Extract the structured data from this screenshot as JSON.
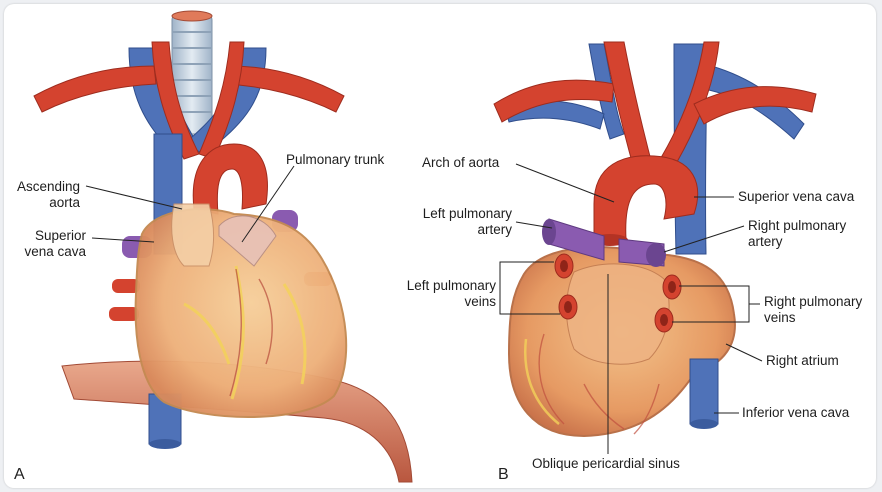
{
  "panels": {
    "a": {
      "letter": "A",
      "labels": {
        "ascending_aorta": [
          "Ascending",
          "aorta"
        ],
        "superior_vena_cava": [
          "Superior",
          "vena cava"
        ],
        "pulmonary_trunk": "Pulmonary trunk"
      }
    },
    "b": {
      "letter": "B",
      "labels": {
        "arch_of_aorta": "Arch of aorta",
        "left_pulmonary_artery": [
          "Left pulmonary",
          "artery"
        ],
        "left_pulmonary_veins": [
          "Left pulmonary",
          "veins"
        ],
        "superior_vena_cava": "Superior vena cava",
        "right_pulmonary_artery": [
          "Right pulmonary",
          "artery"
        ],
        "right_pulmonary_veins": [
          "Right pulmonary",
          "veins"
        ],
        "right_atrium": "Right atrium",
        "inferior_vena_cava": "Inferior vena cava",
        "oblique_pericardial_sinus": "Oblique pericardial sinus"
      }
    }
  },
  "colors": {
    "artery": "#d4432f",
    "vein": "#4f72b8",
    "pulmonary_artery": "#8a5bb0",
    "heart": "#f1b87e",
    "diaphragm": "#c9684e"
  }
}
